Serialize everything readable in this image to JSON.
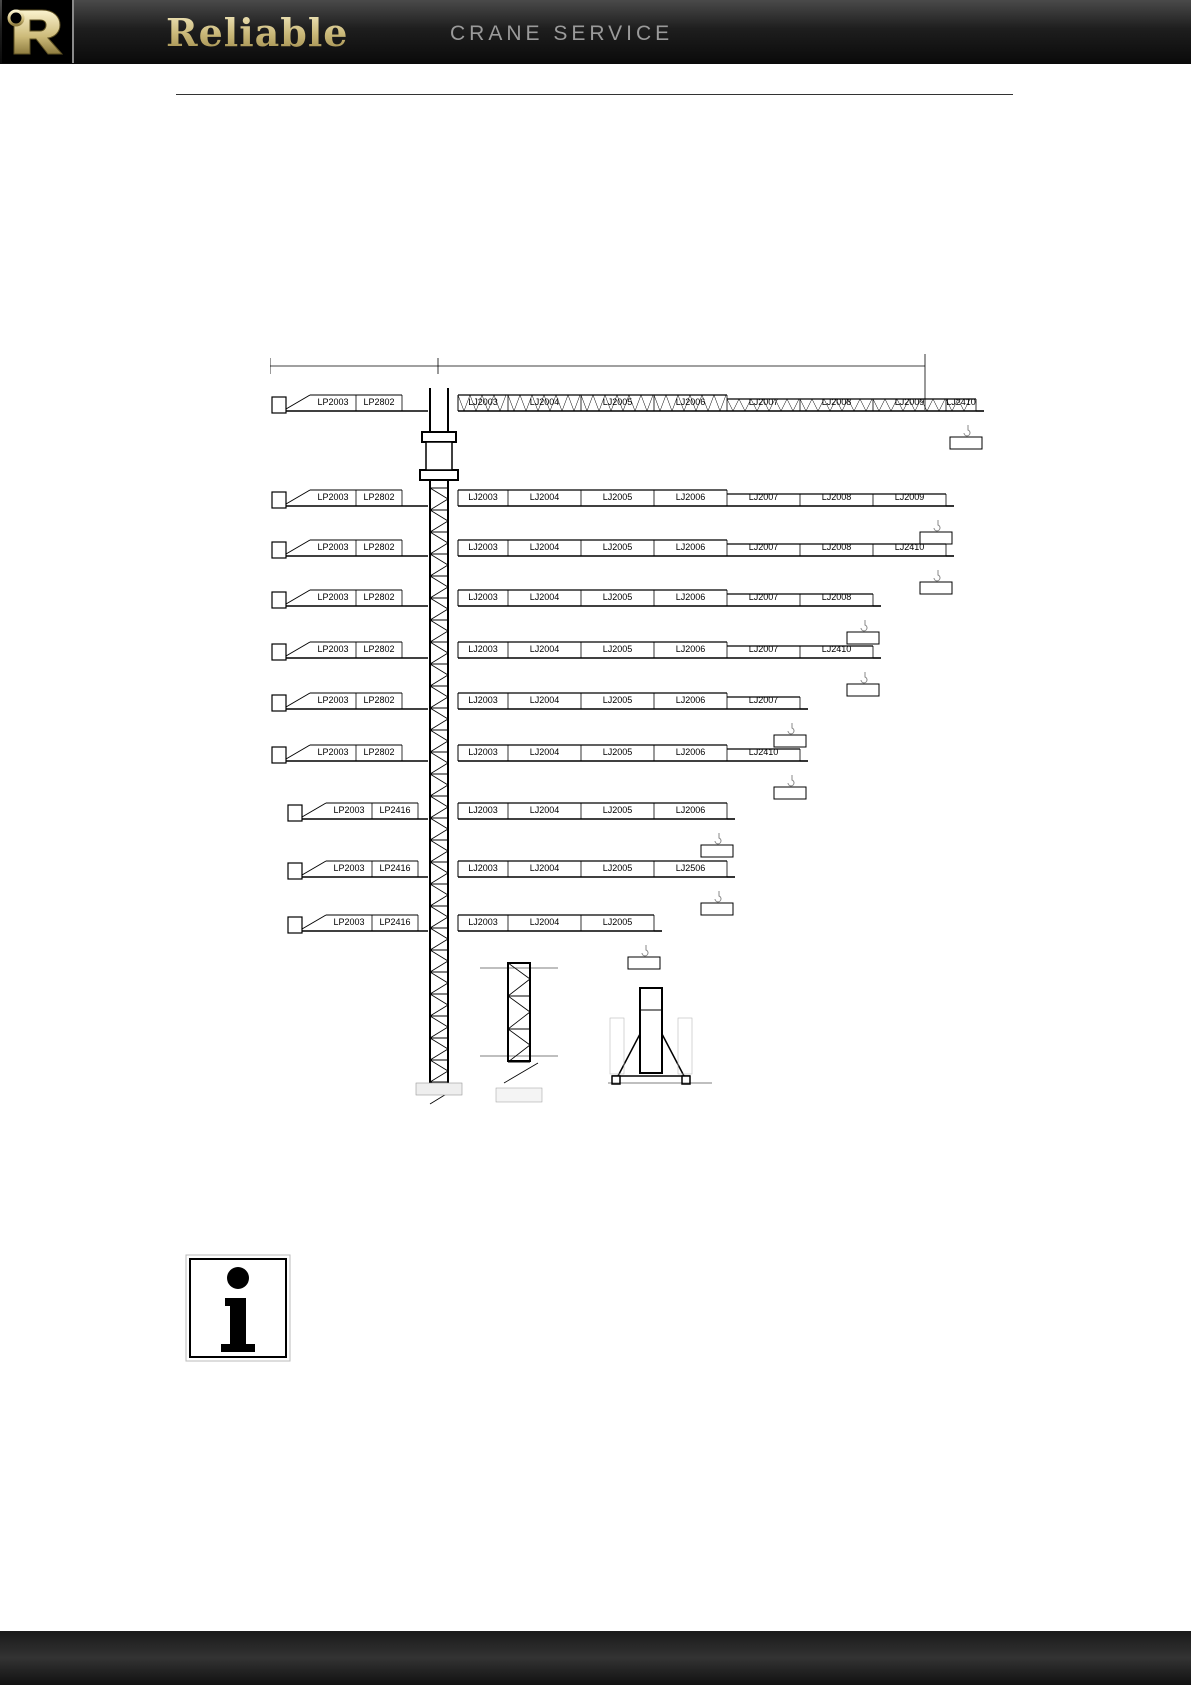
{
  "header": {
    "brand": "Reliable",
    "tagline": "CRANE SERVICE"
  },
  "jib_configs": [
    {
      "counter": [
        "LP2003",
        "LP2802"
      ],
      "jib": [
        "LJ2003",
        "LJ2004",
        "LJ2005",
        "LJ2006",
        "LJ2007",
        "LJ2008",
        "LJ2009",
        "LJ2410"
      ]
    },
    {
      "counter": [
        "LP2003",
        "LP2802"
      ],
      "jib": [
        "LJ2003",
        "LJ2004",
        "LJ2005",
        "LJ2006",
        "LJ2007",
        "LJ2008",
        "LJ2009"
      ]
    },
    {
      "counter": [
        "LP2003",
        "LP2802"
      ],
      "jib": [
        "LJ2003",
        "LJ2004",
        "LJ2005",
        "LJ2006",
        "LJ2007",
        "LJ2008",
        "LJ2410"
      ]
    },
    {
      "counter": [
        "LP2003",
        "LP2802"
      ],
      "jib": [
        "LJ2003",
        "LJ2004",
        "LJ2005",
        "LJ2006",
        "LJ2007",
        "LJ2008"
      ]
    },
    {
      "counter": [
        "LP2003",
        "LP2802"
      ],
      "jib": [
        "LJ2003",
        "LJ2004",
        "LJ2005",
        "LJ2006",
        "LJ2007",
        "LJ2410"
      ]
    },
    {
      "counter": [
        "LP2003",
        "LP2802"
      ],
      "jib": [
        "LJ2003",
        "LJ2004",
        "LJ2005",
        "LJ2006",
        "LJ2007"
      ]
    },
    {
      "counter": [
        "LP2003",
        "LP2802"
      ],
      "jib": [
        "LJ2003",
        "LJ2004",
        "LJ2005",
        "LJ2006",
        "LJ2410"
      ]
    },
    {
      "counter": [
        "LP2003",
        "LP2416"
      ],
      "jib": [
        "LJ2003",
        "LJ2004",
        "LJ2005",
        "LJ2006"
      ]
    },
    {
      "counter": [
        "LP2003",
        "LP2416"
      ],
      "jib": [
        "LJ2003",
        "LJ2004",
        "LJ2005",
        "LJ2506"
      ]
    },
    {
      "counter": [
        "LP2003",
        "LP2416"
      ],
      "jib": [
        "LJ2003",
        "LJ2004",
        "LJ2005"
      ]
    }
  ],
  "icons": {
    "logo": "reliable-r-logo-icon",
    "info": "information-icon",
    "hook": "crane-hook-icon"
  },
  "colors": {
    "header_bg": "#1e1e1e",
    "brand_gold": "#c8b676",
    "line": "#000000"
  }
}
